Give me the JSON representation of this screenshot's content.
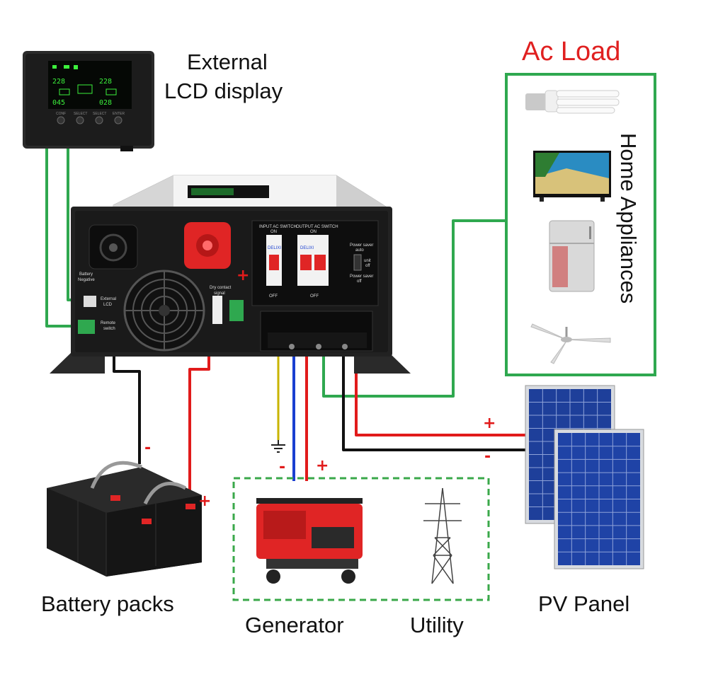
{
  "labels": {
    "external_lcd": [
      "External",
      "LCD display"
    ],
    "ac_load": "Ac Load",
    "home_appliances": "Home Appliances",
    "battery_packs": "Battery packs",
    "generator": "Generator",
    "utility": "Utility",
    "pv_panel": "PV Panel"
  },
  "polarity": {
    "plus": "+",
    "minus": "-"
  },
  "lcd": {
    "readouts": [
      "228",
      "228",
      "045",
      "028"
    ],
    "buttons": [
      "CONF",
      "SELECT",
      "SELECT",
      "ENTER"
    ]
  },
  "inverter_panel": {
    "battery_negative": [
      "Battery",
      "Negative"
    ],
    "external_lcd": [
      "External",
      "LCD"
    ],
    "remote_switch": [
      "Remote",
      "switch"
    ],
    "dry_contact": [
      "Dry contact",
      "signal"
    ],
    "input_ac_switch": [
      "INPUT AC SWITCH",
      "ON"
    ],
    "output_ac_switch": [
      "OUTPUT AC SWITCH",
      "ON"
    ],
    "off": "OFF",
    "breaker_brand": "DELIXI",
    "power_saver_auto": [
      "Power saver",
      "auto"
    ],
    "unit_off": [
      "unit",
      "off"
    ],
    "power_saver_off": [
      "Power saver",
      "off"
    ]
  },
  "colors": {
    "ac_wire": "#2fa84f",
    "positive_wire": "#e11b1b",
    "negative_wire": "#111111",
    "neutral_wire": "#1a3fd0",
    "earth_wire": "#c8b400",
    "dashed_box": "#3aa84a",
    "ac_load_title": "#e02020"
  }
}
